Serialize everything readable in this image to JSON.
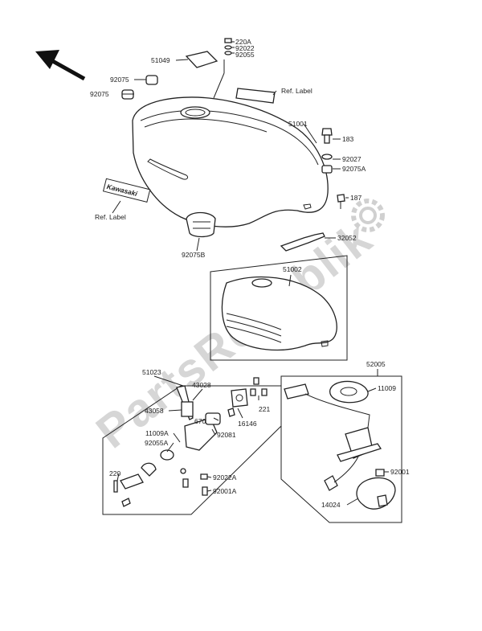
{
  "watermark": "PartsRepublik",
  "labels": {
    "p220a": "220A",
    "p92022": "92022",
    "p92055": "92055",
    "p51049": "51049",
    "p92075a": "92075",
    "p92075b": "92075",
    "ref_label_top": "Ref. Label",
    "p51001": "51001",
    "p183": "183",
    "p92027": "92027",
    "p92075A": "92075A",
    "p187": "187",
    "ref_label_left": "Ref. Label",
    "p32052": "32052",
    "p92075B": "92075B",
    "p51002": "51002",
    "p51023": "51023",
    "p43028": "43028",
    "p43058": "43058",
    "p670": "670",
    "p221": "221",
    "p16146": "16146",
    "p92081": "92081",
    "p11009A": "11009A",
    "p92055A": "92055A",
    "p220": "220",
    "p92022A": "92022A",
    "p92001A": "92001A",
    "p52005": "52005",
    "p11009": "11009",
    "p92001": "92001",
    "p14024": "14024"
  },
  "emblem_text": "Kawasaki"
}
